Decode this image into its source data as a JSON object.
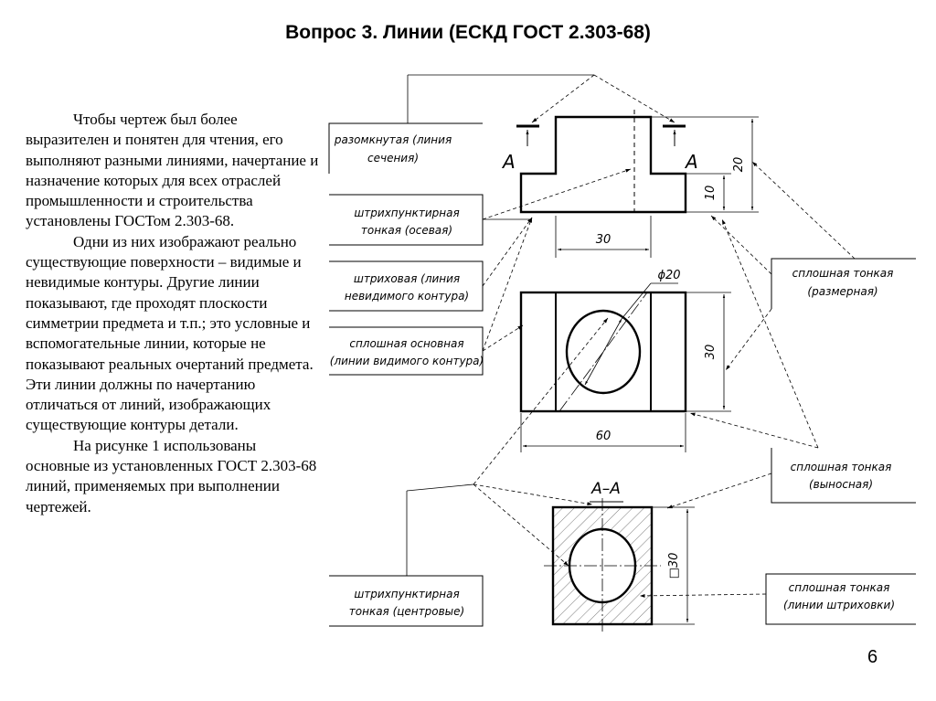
{
  "title": "Вопрос 3. Линии (ЕСКД ГОСТ 2.303-68)",
  "paragraphs": [
    "Чтобы чертеж был более выразителен и понятен для чтения, его выполняют разными линиями, начертание и назначение которых для всех отраслей промышленности и строительства установлены ГОСТом 2.303-68.",
    "Одни из них изображают реально существующие поверхности – видимые и невидимые контуры. Другие линии показывают, где проходят плоскости симметрии предмета и т.п.; это условные и вспомогательные линии, которые не показывают реальных очертаний предмета. Эти линии должны по начертанию отличаться от линий, изображающих существующие контуры детали.",
    "На рисунке 1 использованы основные из установленных ГОСТ 2.303-68 линий, применяемых при выполнении чертежей."
  ],
  "callouts": {
    "section": [
      "разомкнутая (линия",
      "сечения)"
    ],
    "axial": [
      "штрихпунктирная",
      "тонкая (осевая)"
    ],
    "hidden": [
      "штриховая (линия",
      "невидимого контура)"
    ],
    "visible": [
      "сплошная основная",
      "(линии видимого контура)"
    ],
    "centre": [
      "штрихпунктирная",
      "тонкая (центровые)"
    ],
    "dimension": [
      "сплошная тонкая",
      "(размерная)"
    ],
    "extension": [
      "сплошная тонкая",
      "(выносная)"
    ],
    "hatching": [
      "сплошная тонкая",
      "(линии штриховки)"
    ]
  },
  "dims": {
    "d20": "20",
    "d10": "10",
    "d30_top": "30",
    "dia20": "ϕ20",
    "d30_side": "30",
    "d60": "60",
    "sq30": "□30"
  },
  "section_letter": "А",
  "section_label": "А–А",
  "page_number": "6",
  "colors": {
    "hatch": "#7a7a7a",
    "line": "#000000"
  }
}
